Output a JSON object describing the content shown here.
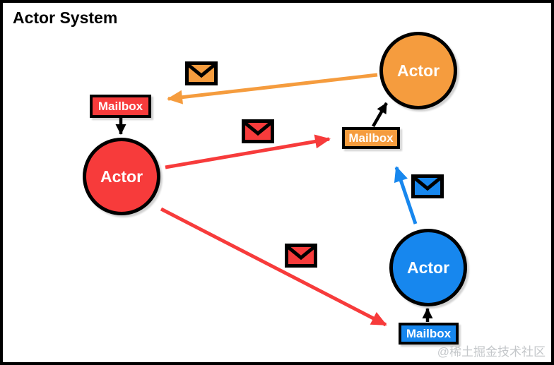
{
  "title": "Actor System",
  "watermark": "@稀土掘金技术社区",
  "colors": {
    "orange": "#F59C3E",
    "red": "#F73B3B",
    "blue": "#1787EE",
    "arrow_black": "#000000",
    "watermark_gray": "#C4C7CA"
  },
  "actors": {
    "orange": {
      "label": "Actor"
    },
    "red": {
      "label": "Actor"
    },
    "blue": {
      "label": "Actor"
    }
  },
  "mailboxes": {
    "red": {
      "label": "Mailbox"
    },
    "orange": {
      "label": "Mailbox"
    },
    "blue": {
      "label": "Mailbox"
    }
  },
  "icons": {
    "message": "envelope-icon"
  }
}
